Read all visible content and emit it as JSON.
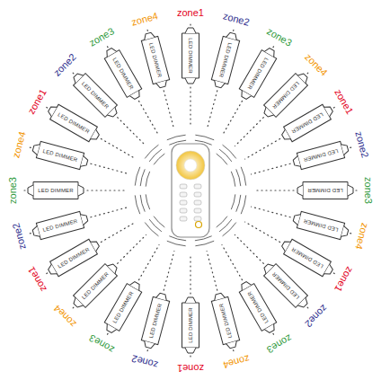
{
  "diagram": {
    "nodes": [
      {
        "text": [
          "LED DIMMER"
        ]
      },
      {
        "text": [
          "LED DIMMER"
        ]
      },
      {
        "text": [
          "LED DIMMER"
        ]
      },
      {
        "text": [
          "LED DIMMER"
        ]
      },
      {
        "text": [
          "LED DIMMER"
        ]
      },
      {
        "text": [
          "LED DIMMER"
        ]
      },
      {
        "text": [
          "LED DIMMER"
        ]
      },
      {
        "text": [
          "LED DIMMER"
        ]
      },
      {
        "text": [
          "LED DIMMER"
        ]
      },
      {
        "text": [
          "LED DIMMER"
        ]
      },
      {
        "text": [
          "LED DIMMER"
        ]
      },
      {
        "text": [
          "LED DIMMER"
        ]
      },
      {
        "text": [
          "LED DIMMER"
        ]
      },
      {
        "text": [
          "LED DIMMER"
        ]
      },
      {
        "text": [
          "LED DIMMER"
        ]
      },
      {
        "text": [
          "LED DIMMER"
        ]
      },
      {
        "text": [
          "LED DIMMER"
        ]
      },
      {
        "text": [
          "LED DIMMER"
        ]
      },
      {
        "text": [
          "LED DIMMER"
        ]
      },
      {
        "text": [
          "LED DIMMER"
        ]
      },
      {
        "text": [
          "LED DIMMER"
        ]
      },
      {
        "text": [
          "LED DIMMER"
        ]
      },
      {
        "text": [
          "LED DIMMER"
        ]
      },
      {
        "text": [
          "LED DIMMER"
        ]
      }
    ],
    "labels": [
      "zone1",
      "zone2",
      "zone3",
      "zone4",
      "zone1",
      "zone2",
      "zone3",
      "zone4",
      "zone1",
      "zone2",
      "zone3",
      "zone4",
      "zone1",
      "zone2",
      "zone3",
      "zone4",
      "zone1",
      "zone2",
      "zone3",
      "zone4",
      "zone1",
      "zone2",
      "zone3",
      "zone4"
    ]
  }
}
